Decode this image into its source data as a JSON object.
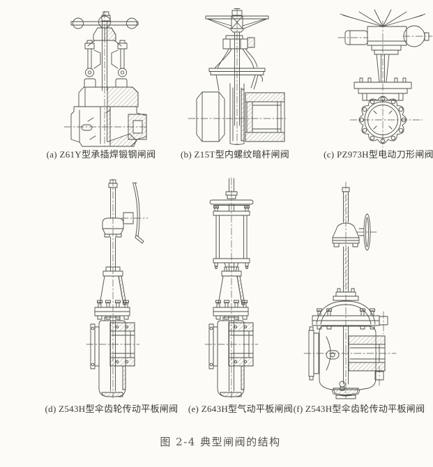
{
  "figure": {
    "title": "图 2-4 典型闸阀的结构",
    "items": [
      {
        "id": "a",
        "caption": "(a) Z61Y型承插焊锻钢闸阀"
      },
      {
        "id": "b",
        "caption": "(b) Z15T型内螺纹暗杆闸阀"
      },
      {
        "id": "c",
        "caption": "(c) PZ973H型电动刀形闸阀"
      },
      {
        "id": "d",
        "caption": "(d) Z543H型伞齿轮传动平板闸阀"
      },
      {
        "id": "e",
        "caption": "(e) Z643H型气动平板闸阀"
      },
      {
        "id": "f",
        "caption": "(f) Z543H型伞齿轮传动平板闸阀"
      }
    ]
  },
  "colors": {
    "line": "#4d4d45",
    "caption_text": "#3a3a33",
    "title_text": "#55554d",
    "background": "#fcfbf8"
  }
}
